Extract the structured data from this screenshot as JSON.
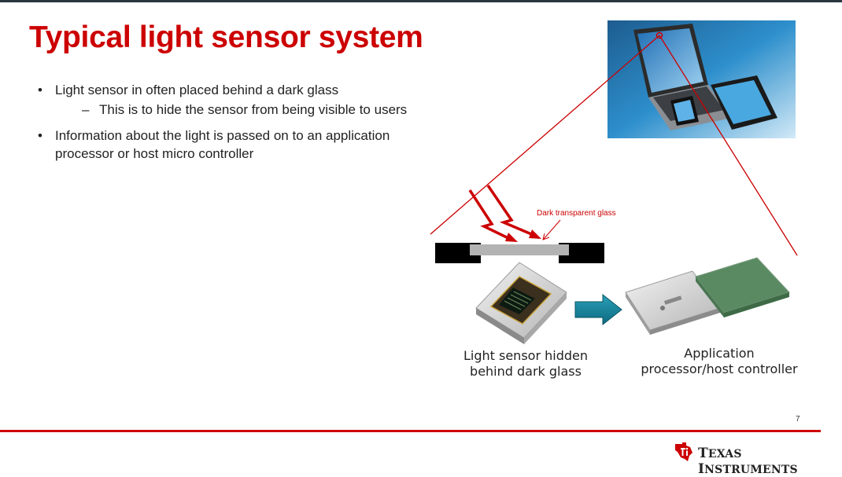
{
  "slide": {
    "title": "Typical light sensor system",
    "bullets": [
      {
        "text": "Light sensor in often placed behind a dark glass",
        "sub": "This is to hide the sensor from being visible to users"
      },
      {
        "text": "Information about the light is passed on to an application processor or host micro controller"
      }
    ],
    "diagram": {
      "glass_label": "Dark transparent glass",
      "sensor_caption": "Light sensor hidden behind dark glass",
      "processor_caption": "Application processor/host controller"
    },
    "page_number": "7",
    "logo": {
      "first": "T",
      "rest1": "EXAS ",
      "second": "I",
      "rest2": "NSTRUMENTS",
      "icon": "ti-state-logo-icon"
    },
    "colors": {
      "accent": "#cc0000",
      "text": "#222222"
    }
  }
}
